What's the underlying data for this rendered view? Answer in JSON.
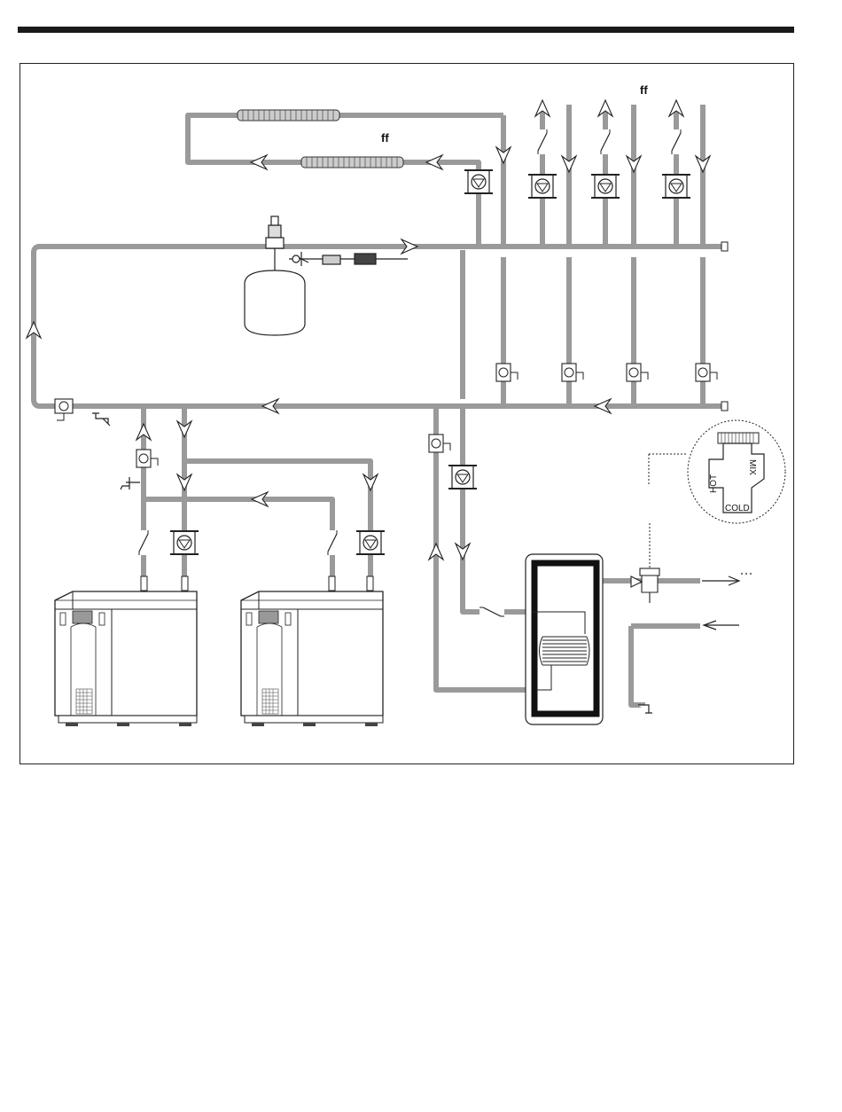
{
  "labels": {
    "ff_top": "ff",
    "ff_loop": "ff",
    "hot": "HOT",
    "mix": "MIX",
    "cold": "COLD"
  },
  "colors": {
    "pipe": "#9a9a9a",
    "outline": "#222222",
    "background": "#ffffff",
    "rule": "#1a1a1a"
  },
  "icons": [
    "circulator-pump-icon",
    "check-valve-icon",
    "ball-valve-icon",
    "expansion-tank-icon",
    "drain-valve-icon",
    "boiler-icon",
    "indirect-water-heater-icon",
    "mixing-valve-icon",
    "baseboard-emitter-icon"
  ]
}
